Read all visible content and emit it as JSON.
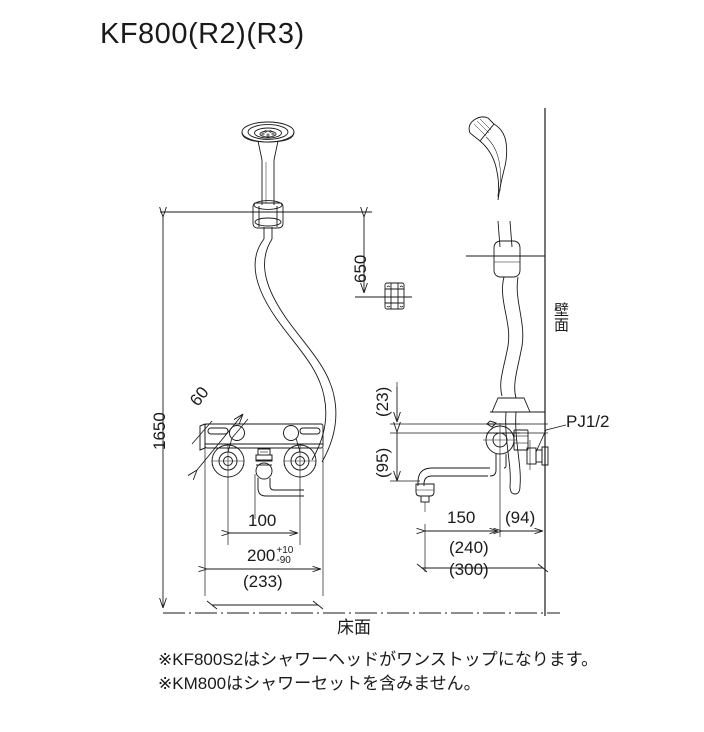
{
  "title": "KF800(R2)(R3)",
  "dimensions": {
    "overall_height": "1650",
    "shower_head_height": "650",
    "mixer_offset_diag": "60",
    "handle_spacing": "100",
    "inlet_spacing": "200",
    "inlet_tolerance_plus": "+10",
    "inlet_tolerance_minus": "-90",
    "body_width_ref": "(233)",
    "spout_projection": "150",
    "wall_fitting_ref": "(94)",
    "total_projection_ref": "(240)",
    "total_projection_alt_ref": "(300)",
    "top_offset_ref": "(23)",
    "mid_offset_ref": "(95)"
  },
  "labels": {
    "wall_surface": "壁面",
    "floor_surface": "床面",
    "thread_spec": "PJ1/2"
  },
  "footnotes": [
    "※KF800S2はシャワーヘッドがワンストップになります。",
    "※KM800はシャワーセットを含みません。"
  ],
  "colors": {
    "line": "#1a1a1a",
    "text": "#1a1a1a",
    "background": "#ffffff"
  }
}
